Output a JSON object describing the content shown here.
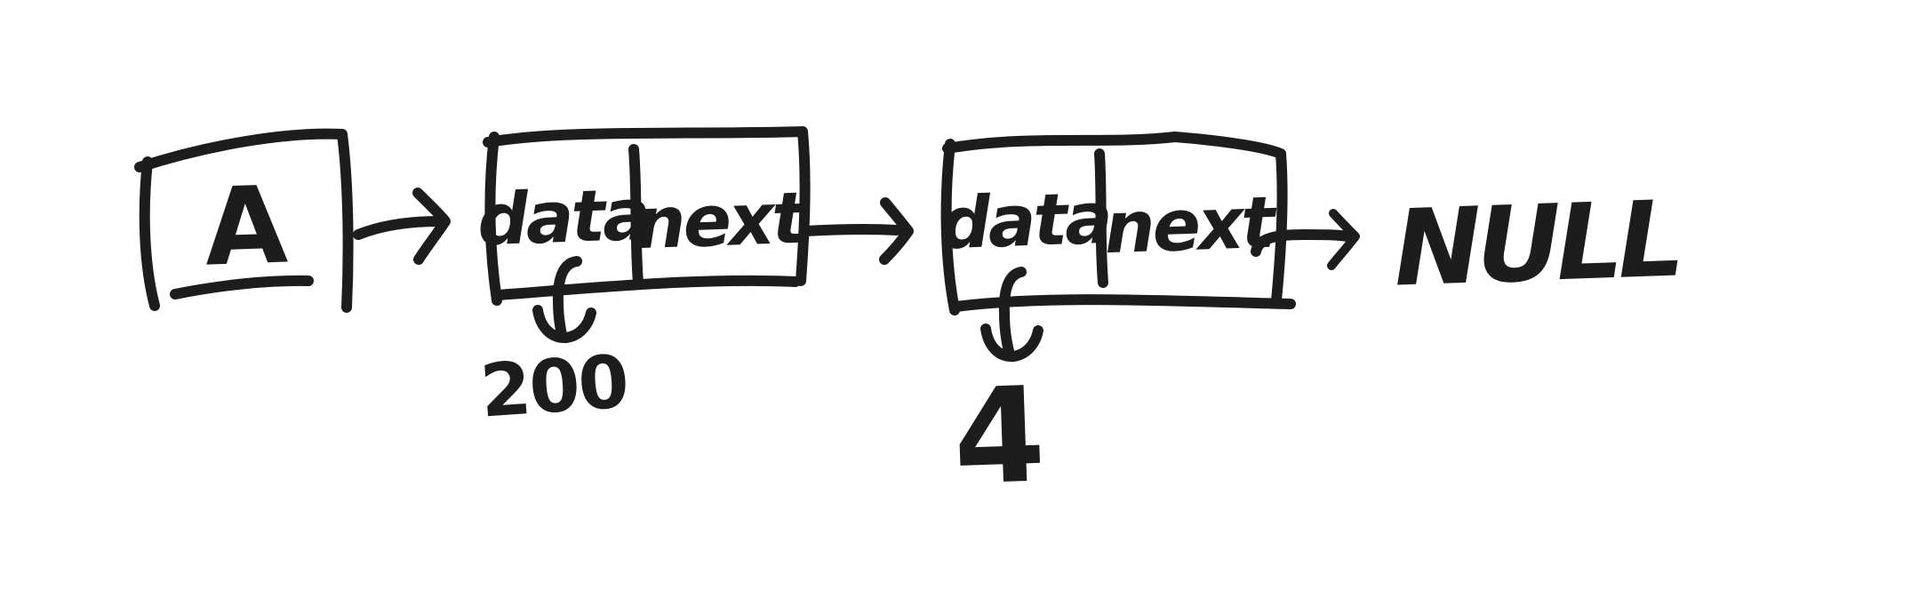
{
  "diagram": {
    "type": "hand-drawn linked list sketch",
    "head": {
      "label": "A"
    },
    "nodes": [
      {
        "fields": {
          "data": "data",
          "next": "next"
        },
        "value": "200"
      },
      {
        "fields": {
          "data": "data",
          "next": "next"
        },
        "value": "4"
      }
    ],
    "terminator": "NULL",
    "colors": {
      "ink": "#1d1d1d",
      "background": "#ffffff"
    }
  }
}
